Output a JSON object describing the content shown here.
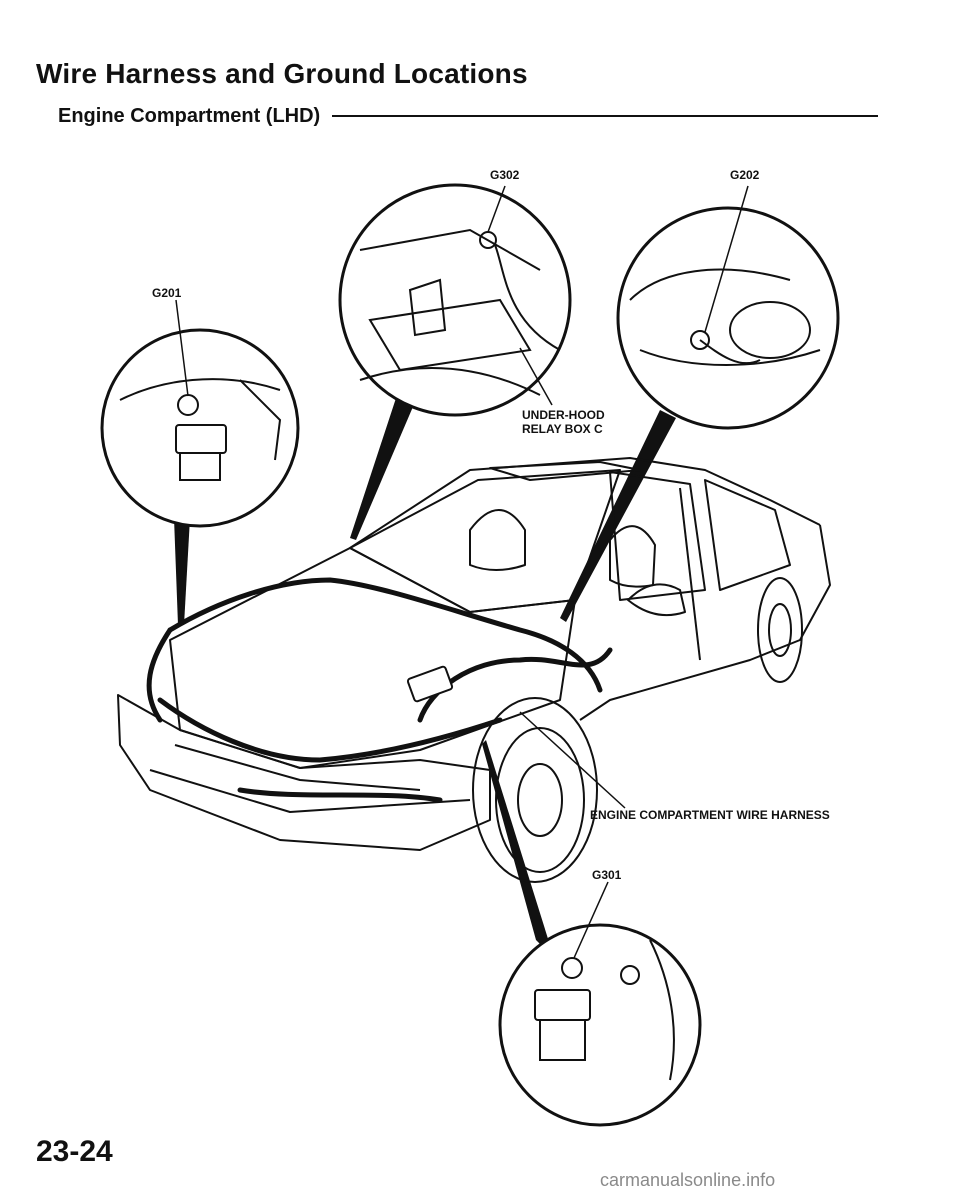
{
  "document": {
    "title": "Wire Harness and Ground Locations",
    "subtitle": "Engine Compartment (LHD)",
    "page_number": "23-24",
    "footer_url": "carmanualsonline.info"
  },
  "callouts": {
    "g302": "G302",
    "g202": "G202",
    "g201": "G201",
    "relay_line1": "UNDER-HOOD",
    "relay_line2": "RELAY BOX C",
    "harness": "ENGINE COMPARTMENT WIRE HARNESS",
    "g301": "G301"
  }
}
